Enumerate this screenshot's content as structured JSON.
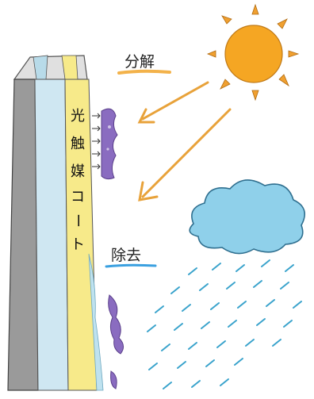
{
  "labels": {
    "decompose": "分解",
    "remove": "除去",
    "coating_chars": [
      "光",
      "触",
      "媒",
      "コ",
      "ー",
      "ト"
    ]
  },
  "colors": {
    "background": "#ffffff",
    "sun_body": "#f5a623",
    "sun_rays": "#f0a030",
    "arrow": "#e8a23a",
    "decompose_underline": "#f3b24a",
    "remove_underline": "#3aa0e0",
    "coating": "#f7ea8a",
    "glass": "#cfe7f2",
    "wall_gray": "#9a9a9a",
    "dirt": "#8a6cc0",
    "cloud": "#8fd0ea",
    "rain": "#3aa3cc"
  },
  "icons": {
    "sun": "sun-icon",
    "cloud": "cloud-icon",
    "rain": "rain-icon",
    "building": "building-icon",
    "dirt": "dirt-icon"
  }
}
